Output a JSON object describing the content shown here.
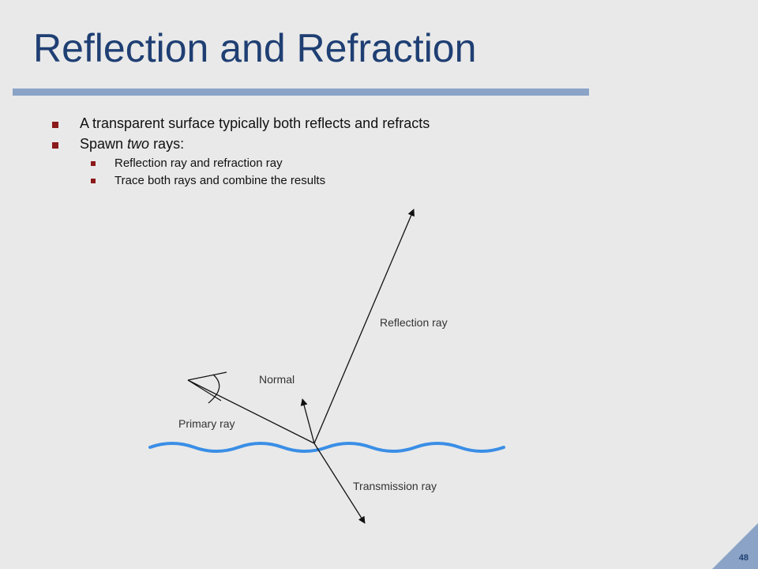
{
  "slide": {
    "title": "Reflection and Refraction",
    "page_number": "48"
  },
  "bullets": [
    {
      "level": 1,
      "text": "A transparent surface typically both reflects and refracts"
    },
    {
      "level": 1,
      "text_before": "Spawn ",
      "text_italic": "two",
      "text_after": " rays:"
    },
    {
      "level": 2,
      "text": "Reflection ray and refraction ray"
    },
    {
      "level": 2,
      "text": "Trace both rays and combine the results"
    }
  ],
  "diagram": {
    "labels": {
      "primary_ray": "Primary ray",
      "normal": "Normal",
      "reflection_ray": "Reflection ray",
      "transmission_ray": "Transmission ray"
    },
    "colors": {
      "surface": "#3a8ee6",
      "rays": "#111111"
    }
  }
}
